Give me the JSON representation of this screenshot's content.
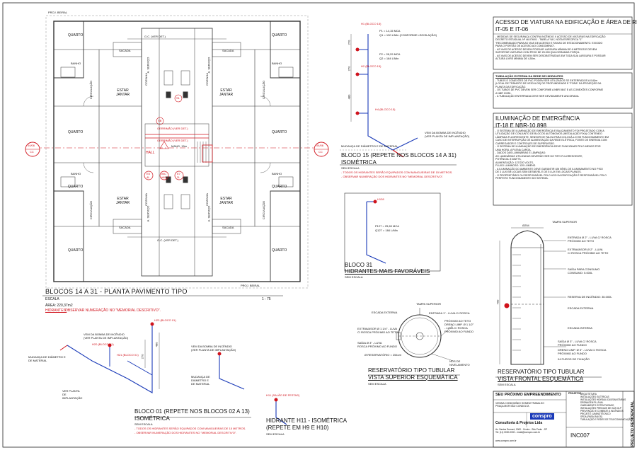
{
  "plan": {
    "rooms": {
      "quarto": "QUARTO",
      "banho": "BANHO",
      "sacada": "SACADA",
      "a_servico": "A. SERVIÇO",
      "cozinha": "COZINHA",
      "estar_jantar": "ESTAR\nJANTAR",
      "circulacao": "CIRCULAÇÃO",
      "hall": "HALL",
      "proj_beiral": "PROJ. BEIRAL"
    },
    "gc_label": "G.C. (VER DET.)",
    "gerrimao_label": "GERRIMÃO (VER DET.)",
    "mang_label": "MANG. 15m",
    "eq_labels": [
      "E5",
      "INC",
      "E7",
      "S1",
      "SB"
    ],
    "eq_sub": [
      "4L",
      "#65",
      "2L"
    ],
    "section_marks": [
      {
        "code": "04/06",
        "letters": "CC"
      },
      {
        "code": "04/06",
        "letters": "CC"
      }
    ],
    "title": "BLOCOS 14 A 31 - PLANTA PAVIMENTO TIPO",
    "escala_label": "ESCALA",
    "escala_value": "1 : 75",
    "area": "ÁREA: 220,37m2",
    "hidrantes_label": "HIDRANTES:",
    "hidrantes_note": "OBSERVAR NUMERAÇÃO NO \"MEMORIAL DESCRITIVO\"."
  },
  "iso15": {
    "tags": [
      "H1 (BLOCO 15)",
      "H2 (BLOCO 15)",
      "H4 (BLOCO 15)"
    ],
    "p1": "P1 = 14,15 MCA",
    "q1": "Q1 = 130 L/Min (CONFORME LEGISLAÇÃO)",
    "p2": "P2 = 28,29 MCA",
    "q2": "Q2 = 184 L/Min",
    "mudanca": "MUDANÇA DE DIÂMETRO E DE MATERIAL",
    "vem_bomba": "VEM DA BOMBA DE INCÊNDIO\n(VER PLANTA DE IMPLANTAÇÃO)",
    "dims": [
      "270",
      "270",
      "480"
    ],
    "title": "BLOCO 15 (REPETE NOS BLOCOS 14 A 31)",
    "subtitle": "ISOMÉTRICA",
    "scale": "SEM ESCALA",
    "notes": [
      "- TODOS OS HIDRANTES SERÃO EQUIPADOS COM MANGUEIRAS DE 15 METROS.",
      "- OBSERVAR NUMERAÇÃO DOS HIDRANTES NO \"MEMORIAL DESCRITIVO\"."
    ]
  },
  "iso31": {
    "tag": "H128",
    "p": "P127 = 25,69 MCA",
    "q": "Q127 = 184 L/Min",
    "title": "BLOCO 31",
    "subtitle": "HIDRANTES MAIS FAVORÁVEIS",
    "scale": "SEM ESCALA"
  },
  "iso01": {
    "tags": [
      "H23 (BLOCO 01)",
      "H20 (BLOCO 01)",
      "H21 (BLOCO 01)"
    ],
    "vem_bomba_1": "VEM DA BOMBA DE INCÊNDIO\n(VER PLANTA DE IMPLANTAÇÃO)",
    "vem_bomba_2": "VEM DA BOMBA DE INCÊNDIO\n(VER PLANTA DE IMPLANTAÇÃO)",
    "mudanca_1": "MUDANÇA DE DIÂMETRO E\nDE MATERIAL",
    "mudanca_2": "MUDANÇA DE\nDIÂMETRO E\nDE MATERIAL",
    "ver_planta": "VER PLANTA\nDE\nIMPLANTAÇÃO",
    "dims": [
      "270",
      "480"
    ],
    "title": "BLOCO 01 (REPETE NOS BLOCOS 02 A 13)",
    "subtitle": "ISOMÉTRICA",
    "scale": "SEM ESCALA",
    "notes": [
      "- TODOS OS HIDRANTES SERÃO EQUIPADOS COM MANGUEIRAS DE 15 METROS.",
      "- OBSERVAR NUMERAÇÃO DOS HIDRANTES NO \"MEMORIAL DESCRITIVO\"."
    ]
  },
  "isoH11": {
    "tag": "H11 (SALÃO DE FESTAS)",
    "title": "HIDRANTE H11 - ISOMÉTRICA",
    "subtitle": "(REPETE EM H9 E H10)",
    "scale": "SEM ESCALA"
  },
  "res_top": {
    "tampa": "TAMPA SUPERIOR",
    "escada": "ESCADA EXTERNA",
    "entrada": "ENTRADA 1\" - LUVA C/ ROSCA",
    "proximo": "PRÓXIMO AO TETO\nDRENO LIMP. Ø 1 1/2\"\n- LUVA C/ ROSCA\nPRÓXIMO AO FUNDO",
    "extravasor": "EXTRAVASOR Ø 1 1/4\" - LUVA\nC/ ROSCA PRÓXIMO AO TETO",
    "saida": "SAÍDA Ø 3\" - LUVA\nROSCA PRÓXIMO AO FUNDO",
    "reservatorio_dim": "Ø RESERVATÓRIO = 254cm",
    "nivelamento": "NOS DE\nNIVELAMENTO",
    "title": "RESERVATÓRIO TIPO TUBULAR",
    "subtitle": "VISTA SUPERIOR ESQUEMÁTICA",
    "scale": "SEM ESCALA"
  },
  "res_front": {
    "dia": "Ø254",
    "tampa": "TAMPA SUPERIOR",
    "entrada": "ENTRADA Ø 2\" - LUVA C/ ROSCA\nPRÓXIMO AO TETO",
    "extravasor": "EXTRAVASOR Ø 2\" - LUVA\nC/ ROSCA PRÓXIMO AO TETO",
    "saida_consumo": "SAÍDA PARA CONSUMO\nCONSUMO: 5.000L",
    "reserva": "RESERVA DE INCÊNDIO: 35.000L",
    "escada_ext": "ESCADA EXTERNA",
    "escada_int": "ESCADA INTERNA",
    "saida_fundo": "SAÍDA Ø 3\" - LUVA C/ ROSCA\nPRÓXIMO AO FUNDO",
    "dreno": "DRENO LIMP. Ø 3\" - LUVA C/ ROSCA\nPRÓXIMO AO FUNDO",
    "fixacao": "04 FUROS DE FIXAÇÃO",
    "height": "700",
    "title": "RESERVATÓRIO TIPO TUBULAR",
    "subtitle": "VISTA FRONTAL ESQUEMÁTICA",
    "scale": "SEM ESCALA"
  },
  "notes_panel": {
    "acesso_title": "ACESSO DE VIATURA NA EDIFICAÇÃO E ÁREA DE RISCO",
    "acesso_code": "IT-05 E IT-06",
    "acesso_text": "- MEDIDAS DE SEGURANÇA CONTRA INCÊNDIO X ACESSO DE VIATURAS NA EDIFICAÇÃO:\n  DECRETO ESTADUAL Nº 46.076/01 - TABELA \"6A\", NOTA ESPECÍFICA \"1\"\n  \"RECOMENDADO PARA AS VIAS DE ACESSO E FAIXAS DE ESTACIONAMENTO. EXIGIDO\n  PARA O PORTÃO DE ACESSO AO CONDOMÍNIO\".\n- AS VIAS DE ACESSO DEVEM POSSUIR LARGURA MÍNIMA DE 6 METROS E DEVEM\n  SUPORTAR VIATURAS COM PESO DE 25.000 QUILOGRAMAS-FORÇA.\n- AS VIAS DE ACESSO DEVEM SER DESOBSTRUÍDAS EM TODA SUA LARGURA E POSSUIR\n  ALTURA LIVRE MÍNIMA DE 4,50m.",
    "tubulacao_title": "TUBULAÇÃO EXTERNA DA REDE DE HIDRANTES",
    "tubulacao_text": "- TUBOS E CONEXÕES DE PVC PODEM SER UTILIZADOS SE ENTERRADOS A 0,60m\n  (LOCAL DE TRÂNSITO DE VEÍCULOS) DE PROFUNDIDADE E \"FORA\" DA PROJEÇÃO DA\n  PLANTA DA EDIFICAÇÃO.\n- OS TUBOS DE PVC DEVEM SER CONFORME A NBR 5647 E AS CONEXÕES CONFORME\n  A NBR 10351.\n- A TUBULAÇÃO ENTERRADA DEVE SER DEVIDAMENTE ANCORADA.",
    "ilum_title": "ILUMINAÇÃO DE EMERGÊNCIA",
    "ilum_code": "IT-18 E NBR-10.898",
    "ilum_text": "- O SISTEMA DE ILUMINAÇÃO DE EMERGÊNCIA E BALIZAMENTO FOI PROJETADO COM A\n  UTILIZAÇÃO DE CONJUNTO DE BLOCOS AUTÔNOMOS (INSTALAÇÃO FIXA) CONTENDO\n  LÂMPADA FLUORESCENTE, SENSOR DE FALHA PARA COLOCÁ-LO EM FUNCIONAMENTO EM\n  CASO DE INTERRUPÇÃO DE ALIMENTAÇÃO DA REDE ELÉTRICA, FONTE DE ENERGIA COM\n  CARREGADOR E CONTROLES DE SUPERVISÃO.\n- O SISTEMA DE ILUMINAÇÃO DE EMERGÊNCIA DEVE FUNCIONAR PELO MENOS POR\n  UMA HORA, A PLENA CARGA.\n- DADOS DAS LUMINÁRIAS E LÂMPADAS:\n  AS LUMINÁRIAS UTILIZADAS DEVERÃO SER DO TIPO FLUORESCENTE,\n  POTÊNCIA: 8 WATTS,\n  ALIMENTAÇÃO: 127/220 VOLTS,\n  FLUXO LUMINOSO: 120 LÚMENS.\n- A ILUMINAÇÃO DO AMBIENTE DEVE GARANTIR UM NÍVEL DE ILUMINAMENTO NO PISO\n  DE 3 LUX EM LOCAIS SEM DESNÍVEL E DE 5 LUX EM LOCAIS PLANOS.\n- O PROPRIETÁRIO OU RESPONSÁVEL PELO USO DA EDIFICAÇÃO É RESPONSÁVEL PELO\n  PERFEITO FUNCIONAMENTO DO SISTEMA."
  },
  "title_block": {
    "project": "SEU PRÓXIMO EMPREENDIMENTO",
    "address": "VIENNA CONDOMÍNIO HOMEM TRABALHO\nPRAÇA MOR SÃO CONSOLTA",
    "logo": "conspro",
    "company": "Consultoria & Projetos Ltda",
    "company_addr": "Av. Santos Dumont, 0000 - Centro - São Paulo - SP\nTel: (11) 0000-0000 - email@conspro.com.br",
    "disciplines_label": "PROJETOS",
    "disciplines": "ARQUITETURA\nINSTALAÇÕES ELÉTRICAS\nINSTALAÇÕES HIDRÁULICAS/SANITÁRIAS\nDRENAGEM PLUVIAL\nCABEAMENTO ESTRUTURADO\nINSTALAÇÕES PREDIAIS DE GÁS GLP\nPREVENÇÃO E COMBATE A INCÊNDIOS\nPROJETO LUMINOTÉCNICO\nSPDA (PARA-RAIOS)\nTUBULAÇÃO E REDES DE TELECOMUNICAÇÃO",
    "sheet": "INC007",
    "side": "PROJETO RESIDENCIAL",
    "website": "www.conspro.com.br"
  }
}
